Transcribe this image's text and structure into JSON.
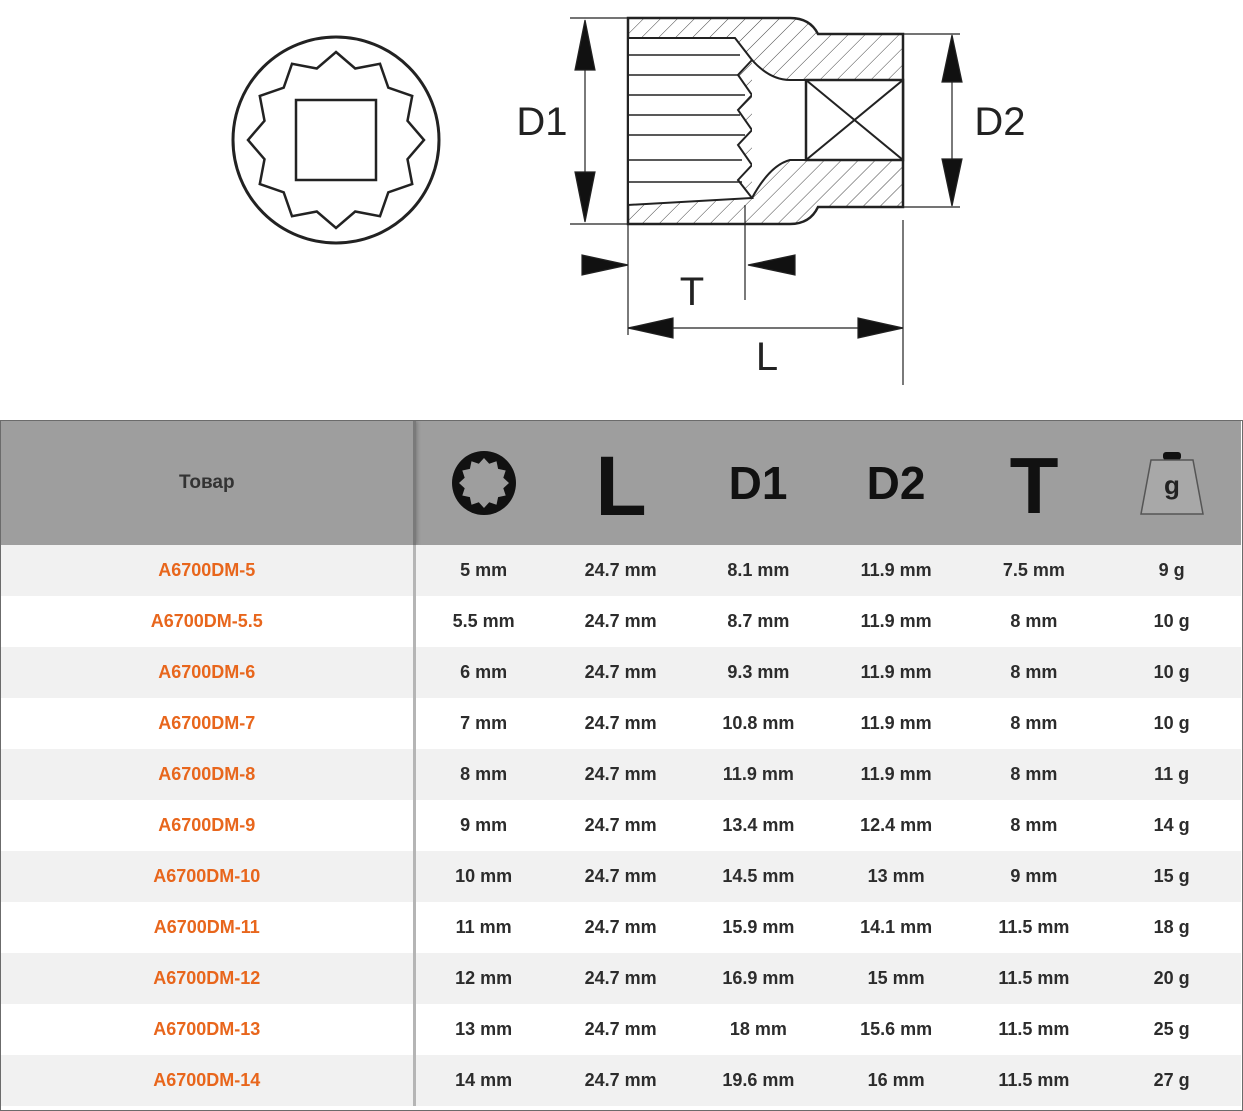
{
  "drawing": {
    "labels": {
      "d1": "D1",
      "d2": "D2",
      "t": "T",
      "l": "L"
    }
  },
  "table": {
    "product_header": "Товар",
    "column_icons": [
      "twelve-point-socket-icon",
      "length-L-icon",
      "D1-icon",
      "D2-icon",
      "depth-T-icon",
      "weight-g-icon"
    ],
    "icon_text": {
      "l": "L",
      "d1": "D1",
      "d2": "D2",
      "t": "T",
      "g": "g"
    },
    "rows": [
      {
        "product": "A6700DM-5",
        "size": "5 mm",
        "l": "24.7 mm",
        "d1": "8.1 mm",
        "d2": "11.9 mm",
        "t": "7.5 mm",
        "weight": "9 g"
      },
      {
        "product": "A6700DM-5.5",
        "size": "5.5 mm",
        "l": "24.7 mm",
        "d1": "8.7 mm",
        "d2": "11.9 mm",
        "t": "8 mm",
        "weight": "10 g"
      },
      {
        "product": "A6700DM-6",
        "size": "6 mm",
        "l": "24.7 mm",
        "d1": "9.3 mm",
        "d2": "11.9 mm",
        "t": "8 mm",
        "weight": "10 g"
      },
      {
        "product": "A6700DM-7",
        "size": "7 mm",
        "l": "24.7 mm",
        "d1": "10.8 mm",
        "d2": "11.9 mm",
        "t": "8 mm",
        "weight": "10 g"
      },
      {
        "product": "A6700DM-8",
        "size": "8 mm",
        "l": "24.7 mm",
        "d1": "11.9 mm",
        "d2": "11.9 mm",
        "t": "8 mm",
        "weight": "11 g"
      },
      {
        "product": "A6700DM-9",
        "size": "9 mm",
        "l": "24.7 mm",
        "d1": "13.4 mm",
        "d2": "12.4 mm",
        "t": "8 mm",
        "weight": "14 g"
      },
      {
        "product": "A6700DM-10",
        "size": "10 mm",
        "l": "24.7 mm",
        "d1": "14.5 mm",
        "d2": "13 mm",
        "t": "9 mm",
        "weight": "15 g"
      },
      {
        "product": "A6700DM-11",
        "size": "11 mm",
        "l": "24.7 mm",
        "d1": "15.9 mm",
        "d2": "14.1 mm",
        "t": "11.5 mm",
        "weight": "18 g"
      },
      {
        "product": "A6700DM-12",
        "size": "12 mm",
        "l": "24.7 mm",
        "d1": "16.9 mm",
        "d2": "15 mm",
        "t": "11.5 mm",
        "weight": "20 g"
      },
      {
        "product": "A6700DM-13",
        "size": "13 mm",
        "l": "24.7 mm",
        "d1": "18 mm",
        "d2": "15.6 mm",
        "t": "11.5 mm",
        "weight": "25 g"
      },
      {
        "product": "A6700DM-14",
        "size": "14 mm",
        "l": "24.7 mm",
        "d1": "19.6 mm",
        "d2": "16 mm",
        "t": "11.5 mm",
        "weight": "27 g"
      }
    ]
  },
  "colors": {
    "product_link": "#e8661c",
    "header_bg": "#9e9e9e",
    "row_alt": "#f1f1f1",
    "text": "#2c2c2c"
  }
}
